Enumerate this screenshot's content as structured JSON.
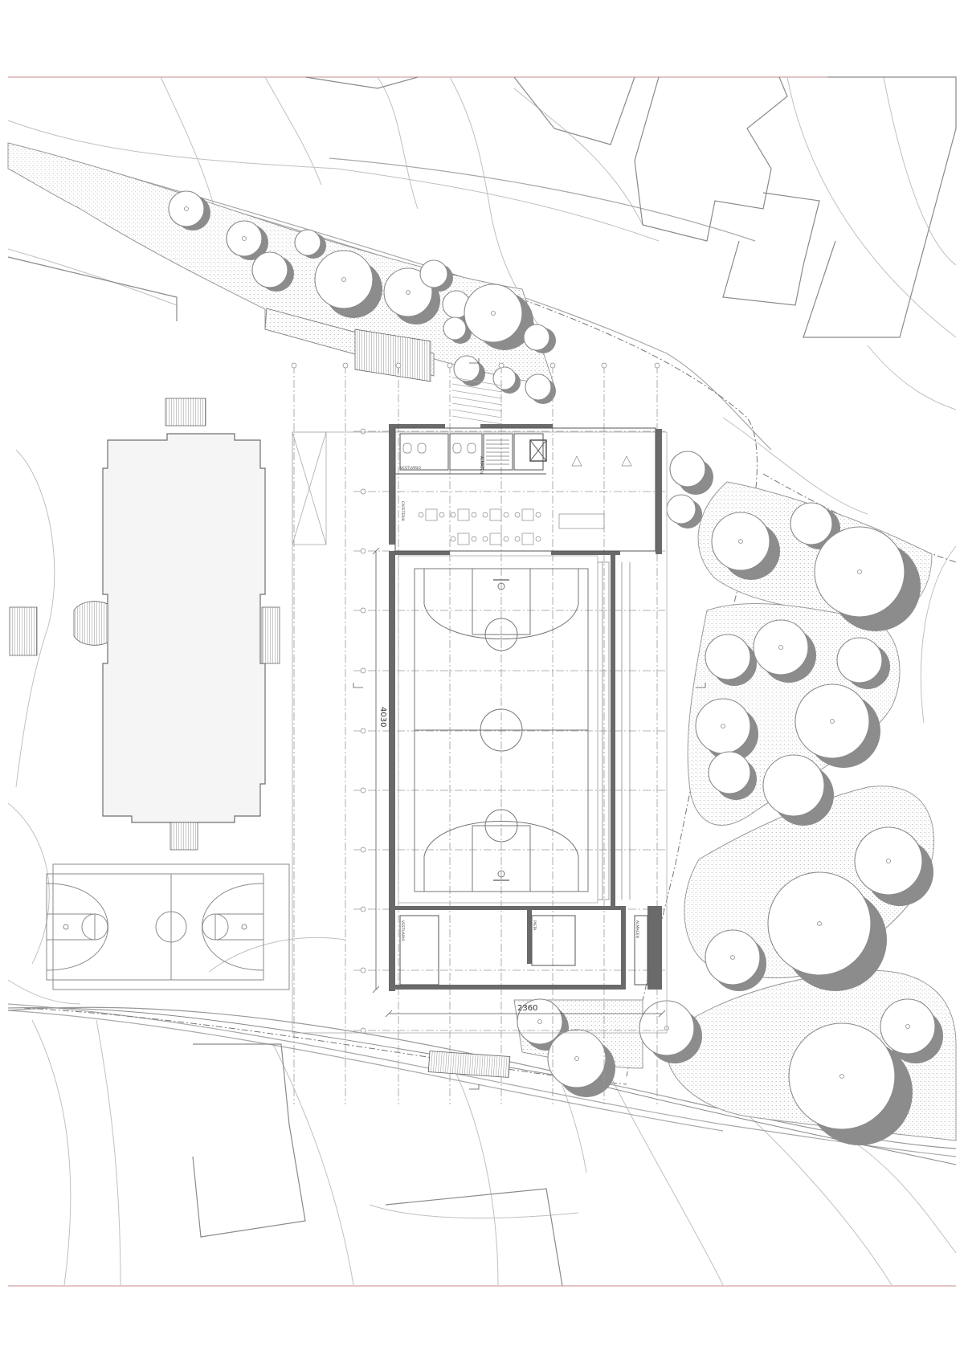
{
  "drawing": {
    "type": "site-plan",
    "dimensions": {
      "width_label": "2360",
      "length_label": "4030"
    },
    "room_labels": [
      "VESTUARIO",
      "ALMACEN",
      "VESTUARIO",
      "CAFETERIA",
      "PISTA",
      "ALMACEN"
    ]
  },
  "colors": {
    "line": "#b4b4b4",
    "wall": "#6a6a6a",
    "tree_shadow": "#8c8c8c",
    "planting": "#cfcfcf",
    "border": "#c98b8b"
  }
}
